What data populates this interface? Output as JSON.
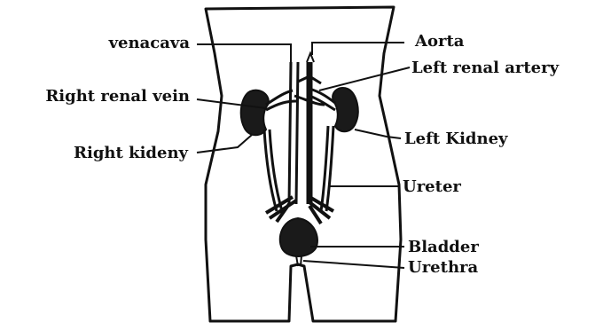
{
  "labels": {
    "venacava": "venacava",
    "aorta": "Aorta",
    "left_renal_artery": "Left renal artery",
    "right_renal_vein": "Right renal vein",
    "left_kidney": "Left Kidney",
    "right_kidney": "Right kideny",
    "ureter": "Ureter",
    "bladder": "Bladder",
    "urethra": "Urethra"
  },
  "colors": {
    "ink": "#111111",
    "background": "#ffffff"
  }
}
